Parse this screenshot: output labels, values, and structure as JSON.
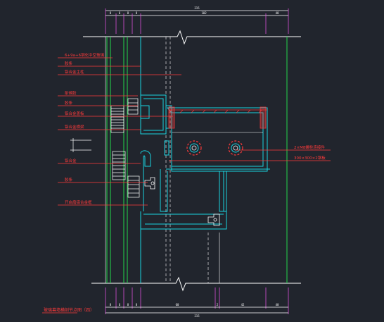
{
  "labels_left": [
    "6+9a+6钢化中空玻璃",
    "胶条",
    "铝合金主柱",
    "耐候胶",
    "胶条",
    "铝合金盖板",
    "铝合金横梁",
    "铝合金",
    "胶条",
    "开启扇铝合金框"
  ],
  "labels_right": [
    "2×M8螺栓连接件",
    "300×300×2钢板"
  ],
  "drawing_title": "玻璃幕墙横剖节点图（四）",
  "dims_top": {
    "total": "215",
    "segments": [
      "8",
      "6",
      "8",
      "8",
      "102",
      "40"
    ]
  },
  "dims_bottom": {
    "total": "215",
    "segments": [
      "8",
      "6",
      "8",
      "8",
      "60",
      "2",
      "42",
      "40"
    ]
  },
  "colors": {
    "background": "#21252d",
    "white": "#ffffff",
    "red": "#ff3b3b",
    "cyan": "#19d3e0",
    "green": "#22d84a",
    "magenta": "#d850d8"
  }
}
